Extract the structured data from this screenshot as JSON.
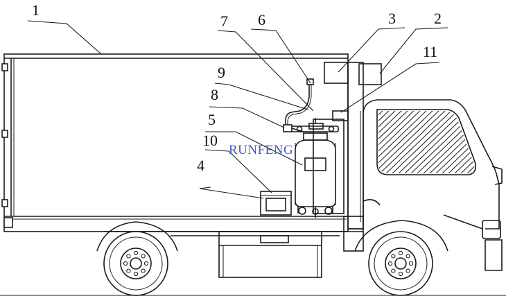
{
  "diagram": {
    "labels": [
      "1",
      "2",
      "3",
      "4",
      "5",
      "6",
      "7",
      "8",
      "9",
      "10",
      "11"
    ],
    "watermark": "RUNFENG"
  }
}
